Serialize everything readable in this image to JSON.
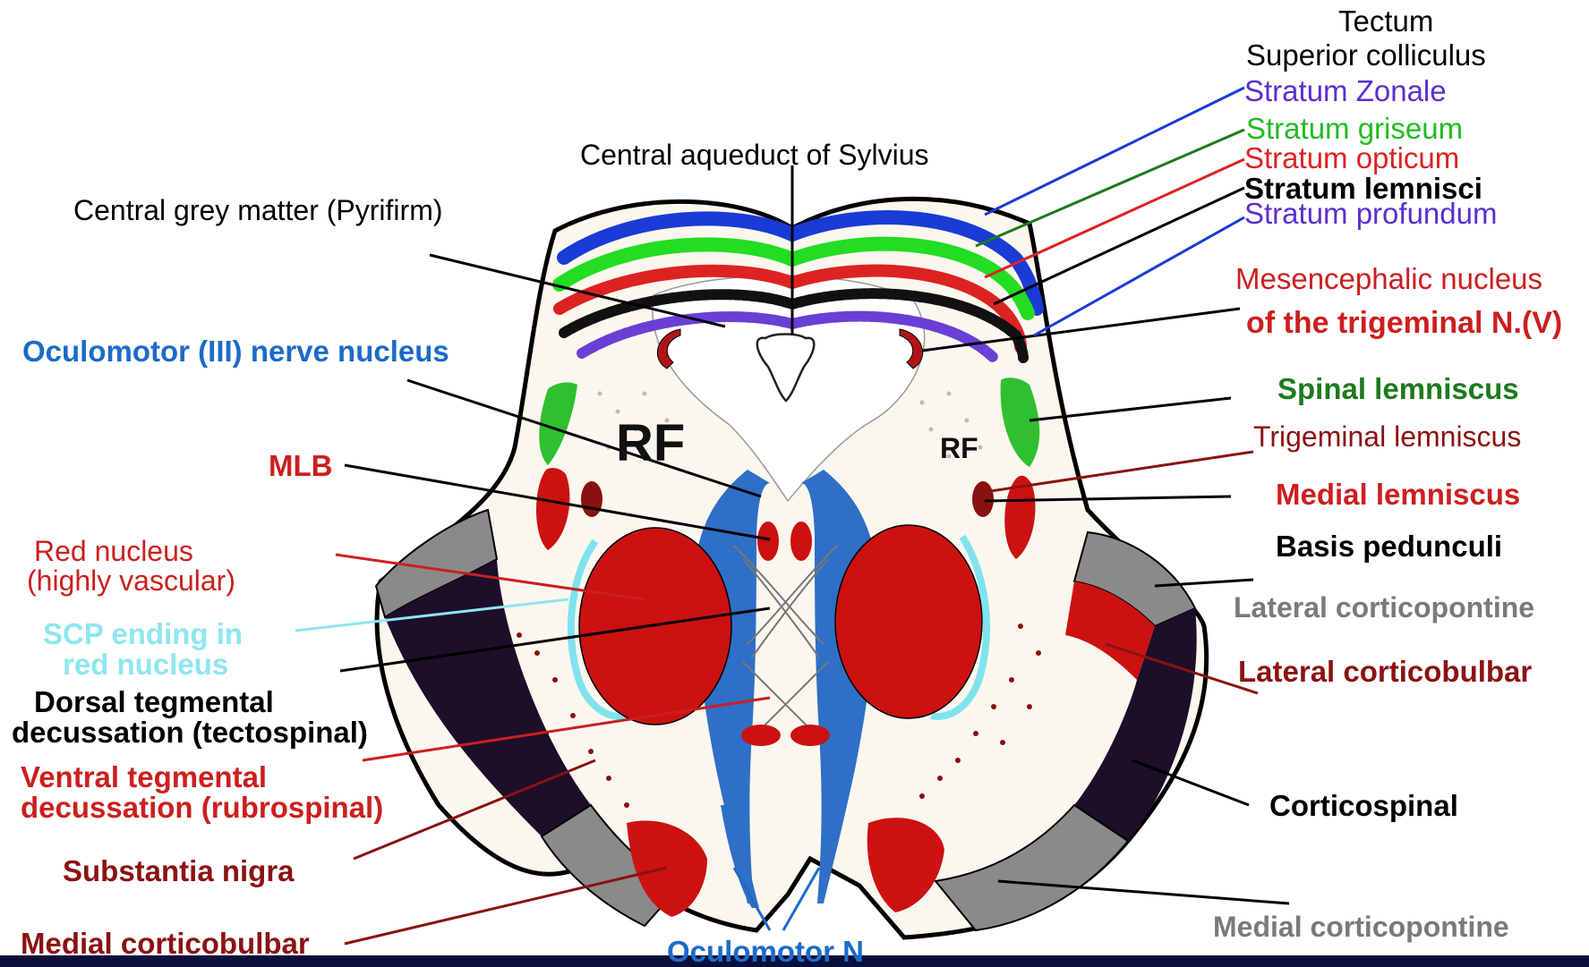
{
  "diagram": {
    "labels": {
      "tectum": "Tectum",
      "superior_colliculus": "Superior colliculus",
      "stratum_zonale": "Stratum Zonale",
      "stratum_griseum": "Stratum griseum",
      "stratum_opticum": "Stratum opticum",
      "stratum_lemnisci": "Stratum lemnisci",
      "stratum_profundum": "Stratum profundum",
      "central_aqueduct": "Central aqueduct of Sylvius",
      "central_grey": "Central grey matter (Pyrifirm)",
      "mesencephalic_1": "Mesencephalic nucleus",
      "mesencephalic_2": "of the trigeminal N.(V)",
      "oculomotor_nucleus": "Oculomotor (III) nerve nucleus",
      "spinal_lemniscus": "Spinal lemniscus",
      "trigeminal_lemniscus": "Trigeminal lemniscus",
      "rf_left": "RF",
      "rf_right": "RF",
      "mlb": "MLB",
      "medial_lemniscus": "Medial lemniscus",
      "basis_pedunculi": "Basis pedunculi",
      "red_nucleus_1": "Red nucleus",
      "red_nucleus_2": "(highly vascular)",
      "lateral_corticopontine": "Lateral corticopontine",
      "scp_1": "SCP ending in",
      "scp_2": "red nucleus",
      "lateral_corticobulbar": "Lateral corticobulbar",
      "dorsal_teg_1": "Dorsal tegmental",
      "dorsal_teg_2": "decussation (tectospinal)",
      "ventral_teg_1": "Ventral tegmental",
      "ventral_teg_2": "decussation (rubrospinal)",
      "corticospinal": "Corticospinal",
      "substantia_nigra": "Substantia nigra",
      "medial_corticobulbar": "Medial corticobulbar",
      "medial_corticopontine": "Medial corticopontine",
      "oculomotor_n": "Oculomotor N"
    },
    "colors": {
      "background": "#0b0f3a",
      "panel": "#ffffff",
      "zonale": "#1a3bd6",
      "griseum": "#22dd22",
      "opticum": "#dd2222",
      "lemnisci": "#111111",
      "profundum": "#6a3fd6",
      "red_structures": "#cc1111",
      "oculomotor_blue": "#2f6fc7",
      "scp_cyan": "#7fe3ee",
      "lemniscus_green": "#2fbf2f",
      "peduncle_grey": "#8a8a8a",
      "corticospinal_dark": "#1d0e2a",
      "label_red": "#cc1f1f",
      "label_darkred": "#8b1212",
      "label_blue": "#1d6ac8",
      "label_green": "#1d7a1d",
      "label_grey": "#7a7a7a",
      "label_cyan": "#8fe6f0"
    }
  }
}
